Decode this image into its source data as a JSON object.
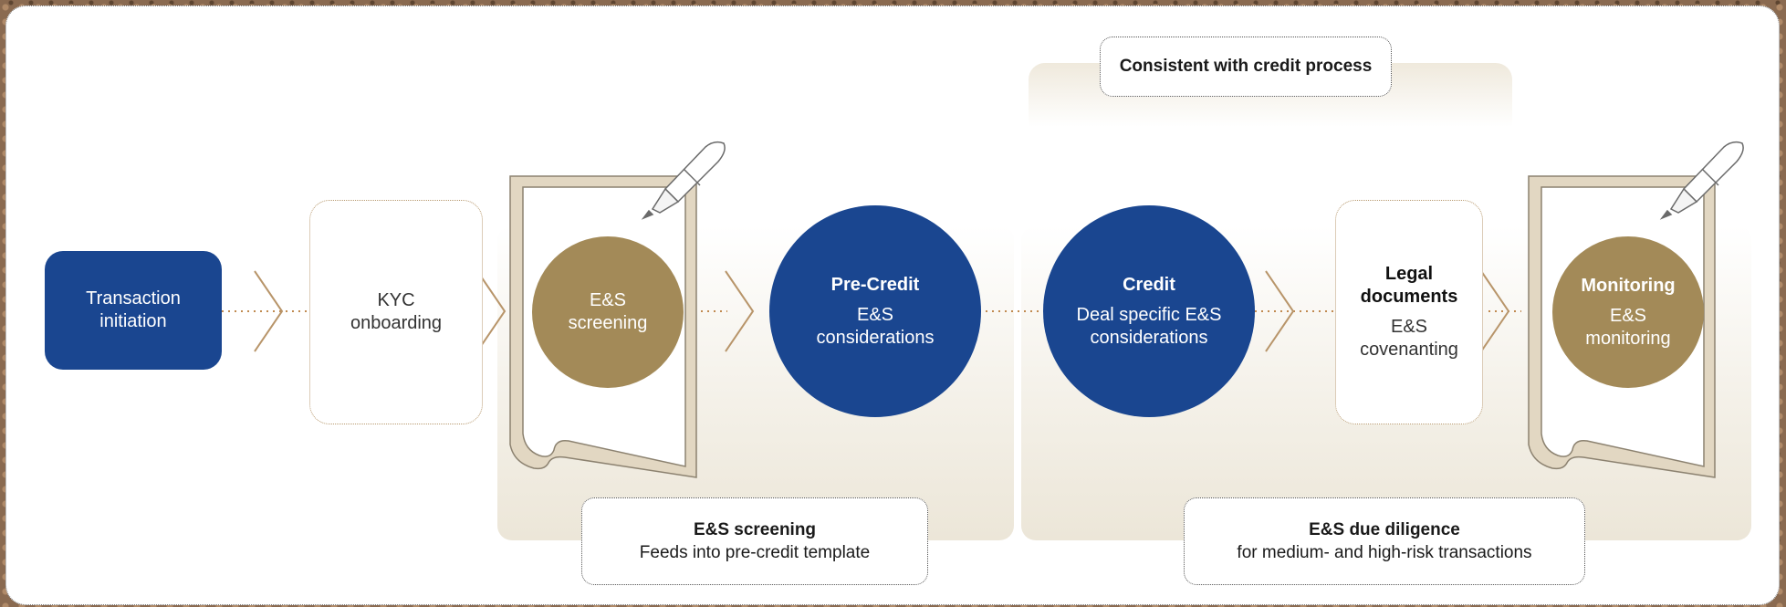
{
  "header_note": "Consistent with credit process",
  "steps": {
    "transaction": "Transaction initiation",
    "kyc": "KYC onboarding",
    "screening": "E&S screening",
    "precredit": {
      "title": "Pre-Credit",
      "sub": "E&S considerations"
    },
    "credit": {
      "title": "Credit",
      "sub": "Deal specific E&S considerations"
    },
    "legal": {
      "title": "Legal documents",
      "sub": "E&S covenanting"
    },
    "monitoring": {
      "title": "Monitoring",
      "sub": "E&S monitoring"
    }
  },
  "phase_labels": {
    "screening": {
      "title": "E&S screening",
      "sub": "Feeds into pre-credit template"
    },
    "due_diligence": {
      "title": "E&S due diligence",
      "sub": "for medium- and high-risk transactions"
    }
  },
  "colors": {
    "navy": "#1a4690",
    "gold": "#a38a58",
    "beige": "#ece6d8",
    "connector": "#c08a50"
  },
  "icons": [
    "document-icon",
    "fountain-pen-icon",
    "chevron-right-icon"
  ]
}
